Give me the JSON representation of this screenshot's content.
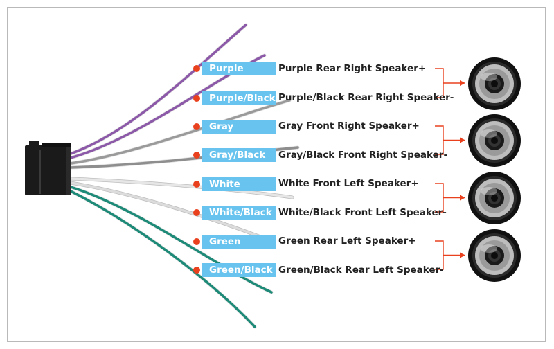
{
  "wires": [
    {
      "label": "Purple",
      "description": "Purple Rear Right Speaker+",
      "color": "#8c58a8"
    },
    {
      "label": "Purple/Black",
      "description": "Purple/Black Rear Right Speaker-",
      "color": "#8c58a8"
    },
    {
      "label": "Gray",
      "description": "Gray Front Right Speaker+",
      "color": "#9a9a9a"
    },
    {
      "label": "Gray/Black",
      "description": "Gray/Black Front Right Speaker-",
      "color": "#8e8e8e"
    },
    {
      "label": "White",
      "description": "White Front Left Speaker+",
      "color": "#e6e6e6"
    },
    {
      "label": "White/Black",
      "description": "White/Black Front Left Speaker-",
      "color": "#dcdcdc"
    },
    {
      "label": "Green",
      "description": "Green Rear Left Speaker+",
      "color": "#1d8a78"
    },
    {
      "label": "Green/Black",
      "description": "Green/Black Rear Left Speaker-",
      "color": "#1d8a78"
    }
  ],
  "colors": {
    "label_bg": "#68c3ee",
    "dot": "#e9401e",
    "bracket": "#e9401e",
    "connector": "#1a1a1a"
  },
  "speakers": [
    {
      "name": "rear-right-speaker"
    },
    {
      "name": "front-right-speaker"
    },
    {
      "name": "front-left-speaker"
    },
    {
      "name": "rear-left-speaker"
    }
  ]
}
